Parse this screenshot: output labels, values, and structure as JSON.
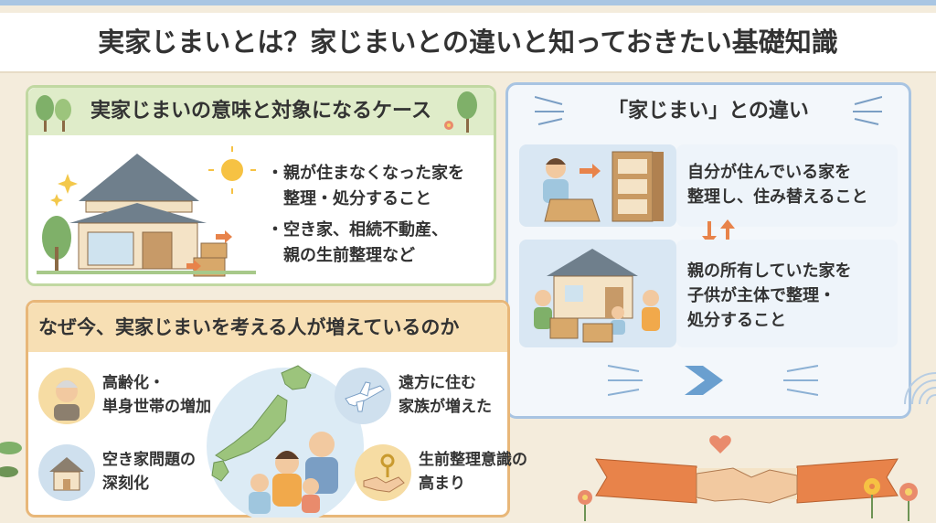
{
  "title": "実家じまいとは？家じまいとの違いと知っておきたい基礎知識",
  "meaning": {
    "heading": "実家じまいの意味と対象になるケース",
    "bullets": [
      "・親が住まなくなった家を",
      "整理・処分すること",
      "・空き家、相続不動産、",
      "親の生前整理など"
    ]
  },
  "reasons": {
    "heading": "なぜ今、実家じまいを考える人が増えているのか",
    "items": [
      {
        "line1": "高齢化・",
        "line2": "単身世帯の増加",
        "icon": "elderly-person-icon"
      },
      {
        "line1": "遠方に住む",
        "line2": "家族が増えた",
        "icon": "airplane-icon"
      },
      {
        "line1": "空き家問題の",
        "line2": "深刻化",
        "icon": "house-icon"
      },
      {
        "line1": "生前整理意識の",
        "line2": "高まり",
        "icon": "handshake-key-icon"
      }
    ]
  },
  "difference": {
    "heading": "「家じまい」との違い",
    "house_closing": [
      "自分が住んでいる家を",
      "整理し、住み替えること"
    ],
    "family_home_closing": [
      "親の所有していた家を",
      "子供が主体で整理・",
      "処分すること"
    ]
  },
  "colors": {
    "green_header": "#dfecc9",
    "orange_header": "#f7dfb4",
    "blue_border": "#a8c4e2",
    "arrow_orange": "#e8834a",
    "arrow_blue": "#6a9fcf"
  }
}
